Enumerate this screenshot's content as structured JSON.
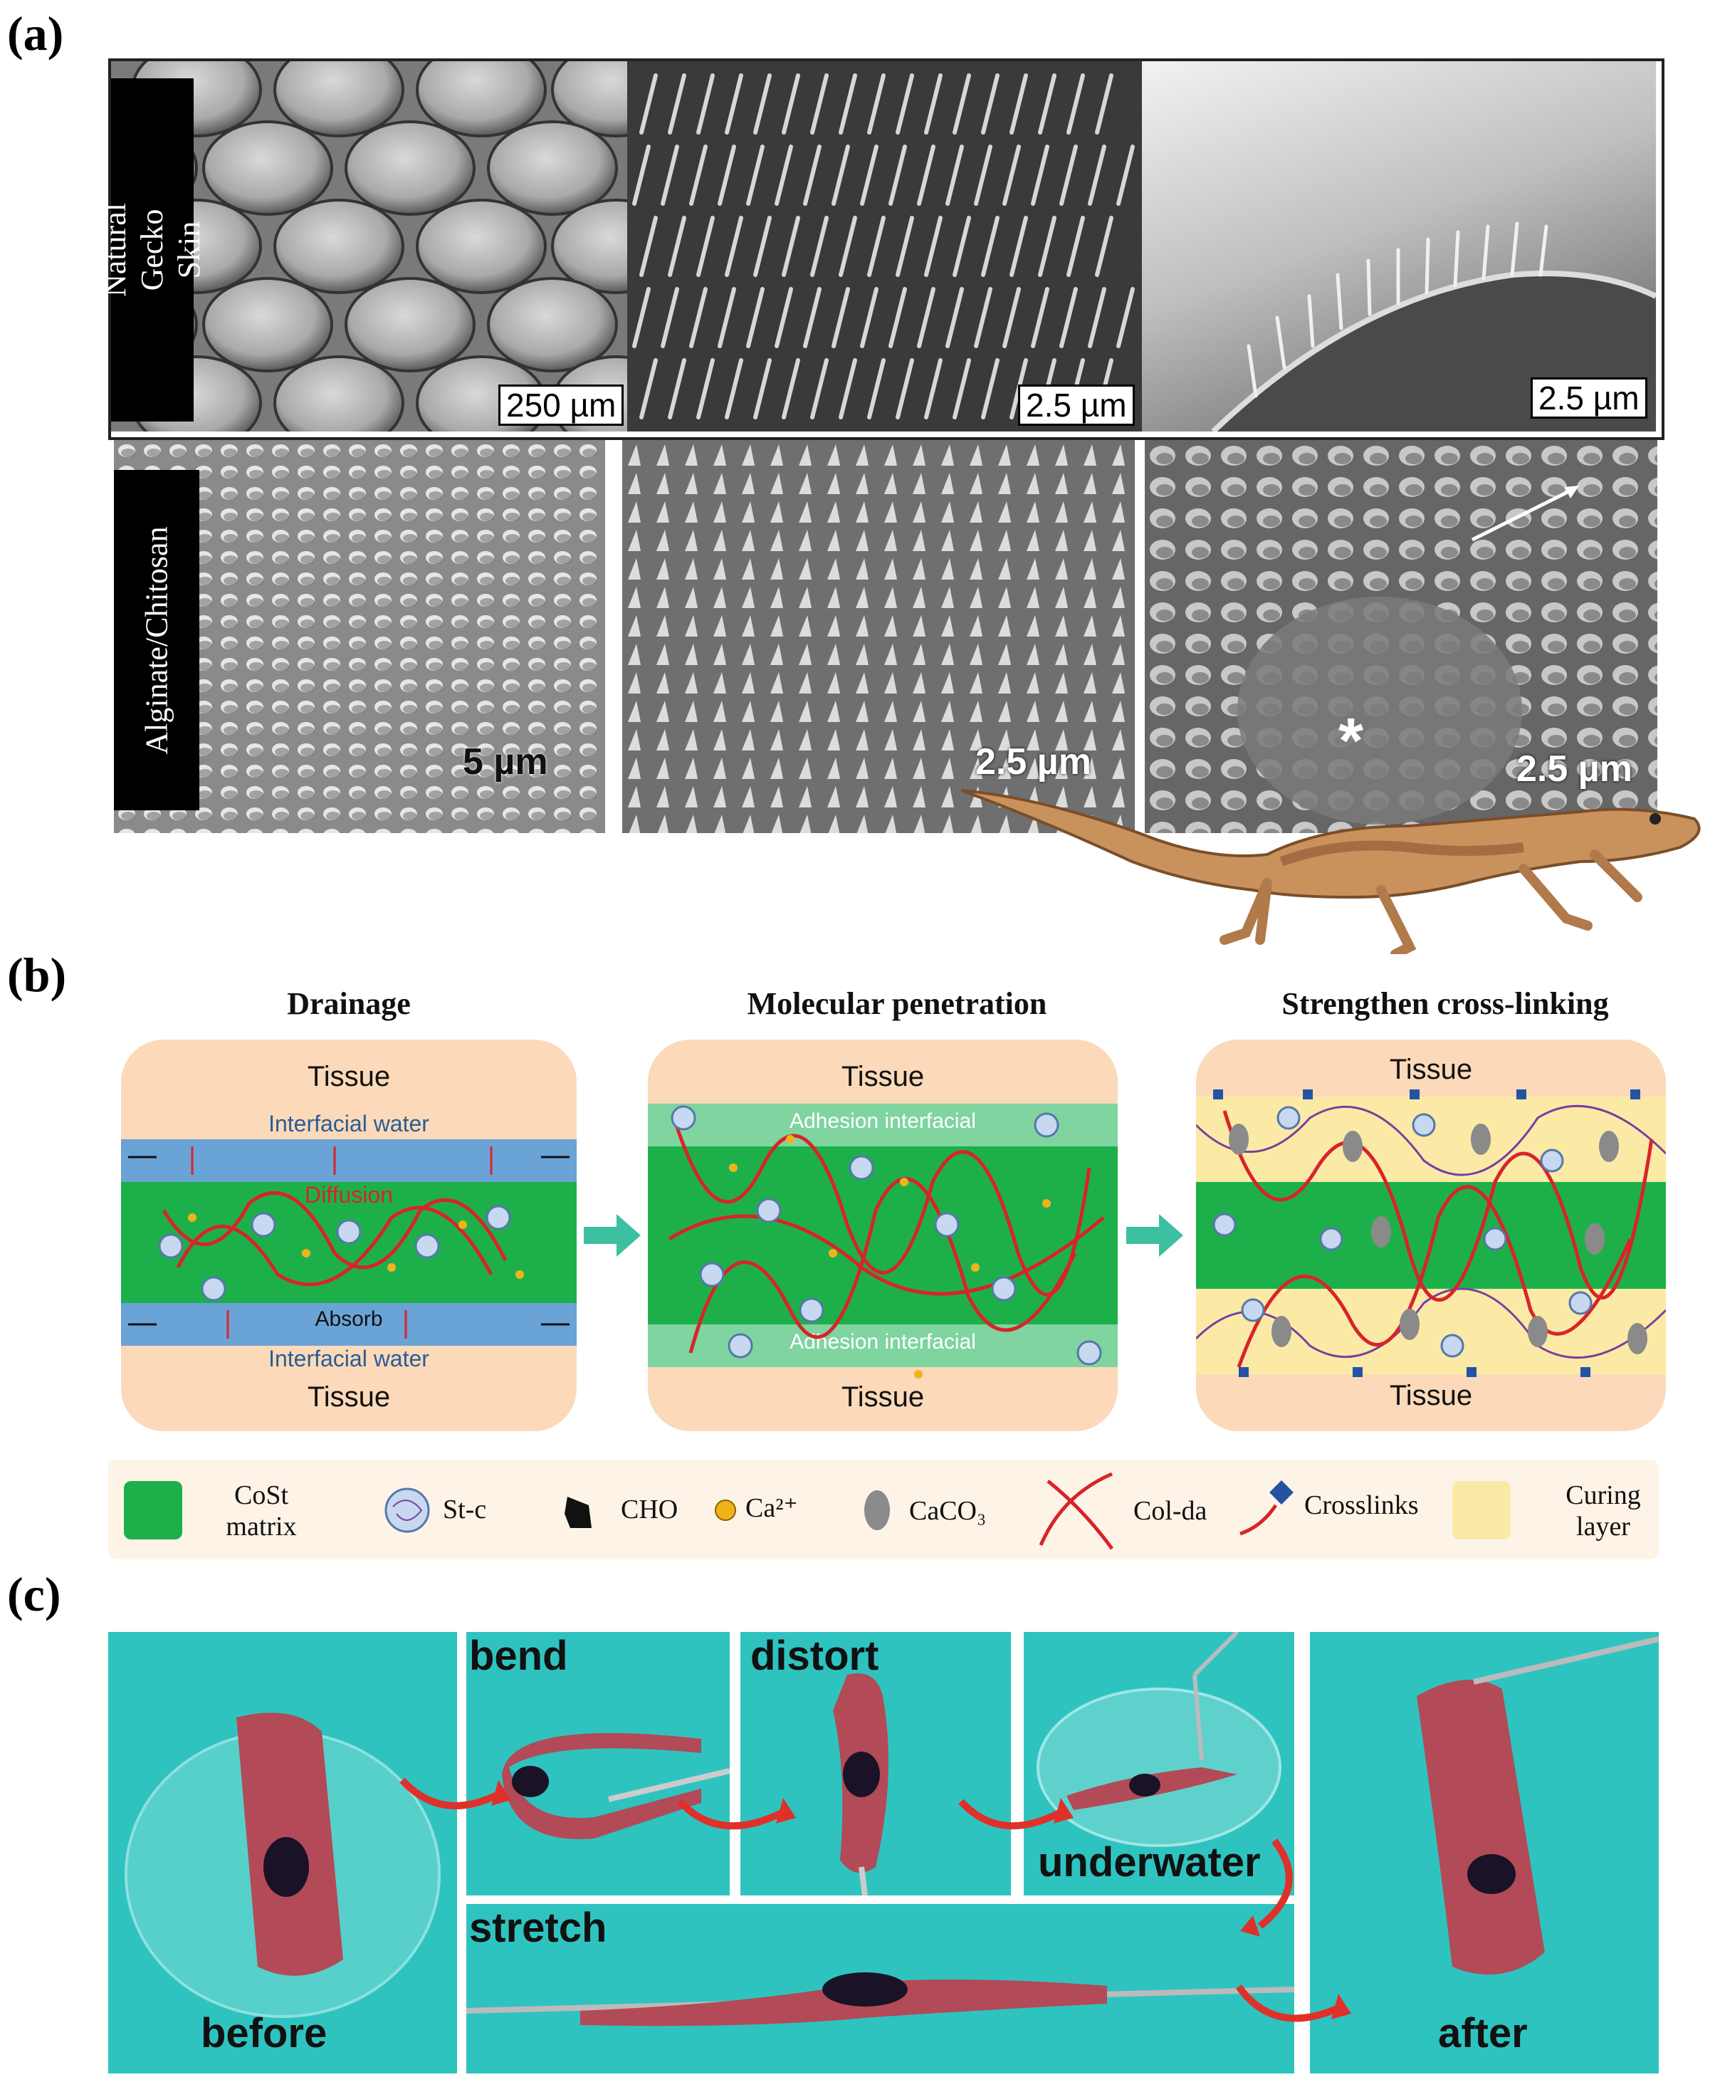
{
  "panel_a": {
    "letter": "(a)",
    "row1_label": "Natural Gecko Skin",
    "row2_label": "Alginate/Chitosan",
    "scale_bars": [
      "250 µm",
      "2.5 µm",
      "2.5 µm",
      "5 µm",
      "2.5 µm",
      "2.5 µm"
    ],
    "asterisk": "*"
  },
  "panel_b": {
    "letter": "(b)",
    "steps": [
      "Drainage",
      "Molecular penetration",
      "Strengthen cross-linking"
    ],
    "tissue_label": "Tissue",
    "interfacial_water": "Interfacial water",
    "diffusion": "Diffusion",
    "absorb": "Absorb",
    "adhesion_interfacial": "Adhesion interfacial",
    "legend": [
      "CoSt matrix",
      "St-c",
      "CHO",
      "Ca²⁺",
      "CaCO₃",
      "Col-da",
      "Crosslinks",
      "Curing layer"
    ],
    "colors": {
      "matrix": "#1db04a",
      "water": "#6aa3d6",
      "tissue": "#fbd9b9",
      "fiber": "#d9232a",
      "curing": "#fbeaa6",
      "arrow": "#3cc0a0"
    }
  },
  "panel_c": {
    "letter": "(c)",
    "labels": [
      "before",
      "bend",
      "distort",
      "underwater",
      "stretch",
      "after"
    ]
  }
}
